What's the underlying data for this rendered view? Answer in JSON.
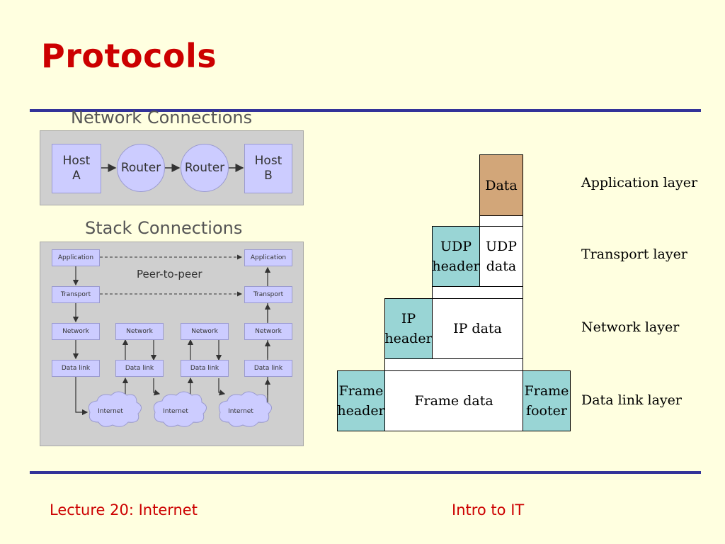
{
  "slide": {
    "title": "Protocols"
  },
  "network_connections": {
    "title": "Network Connections",
    "host_a": "Host\nA",
    "router_1": "Router",
    "router_2": "Router",
    "host_b": "Host\nB"
  },
  "stack_connections": {
    "title": "Stack Connections",
    "peer_label": "Peer-to-peer",
    "left_stack": [
      "Application",
      "Transport",
      "Network",
      "Data link"
    ],
    "right_stack": [
      "Application",
      "Transport",
      "Network",
      "Data link"
    ],
    "middle_network": [
      "Network",
      "Network"
    ],
    "middle_datalink": [
      "Data link",
      "Data link"
    ],
    "internet": [
      "Internet",
      "Internet",
      "Internet"
    ]
  },
  "encapsulation": {
    "data": "Data",
    "udp_header": "UDP\nheader",
    "udp_data": "UDP\ndata",
    "ip_header": "IP\nheader",
    "ip_data": "IP data",
    "frame_header": "Frame\nheader",
    "frame_data": "Frame data",
    "frame_footer": "Frame\nfooter",
    "layers": [
      "Application layer",
      "Transport layer",
      "Network layer",
      "Data link layer"
    ],
    "colors": {
      "data": "#d2a679",
      "header": "#99d5d5",
      "body": "#ffffff"
    }
  },
  "footer": {
    "left": "Lecture 20: Internet",
    "right": "Intro to IT"
  }
}
